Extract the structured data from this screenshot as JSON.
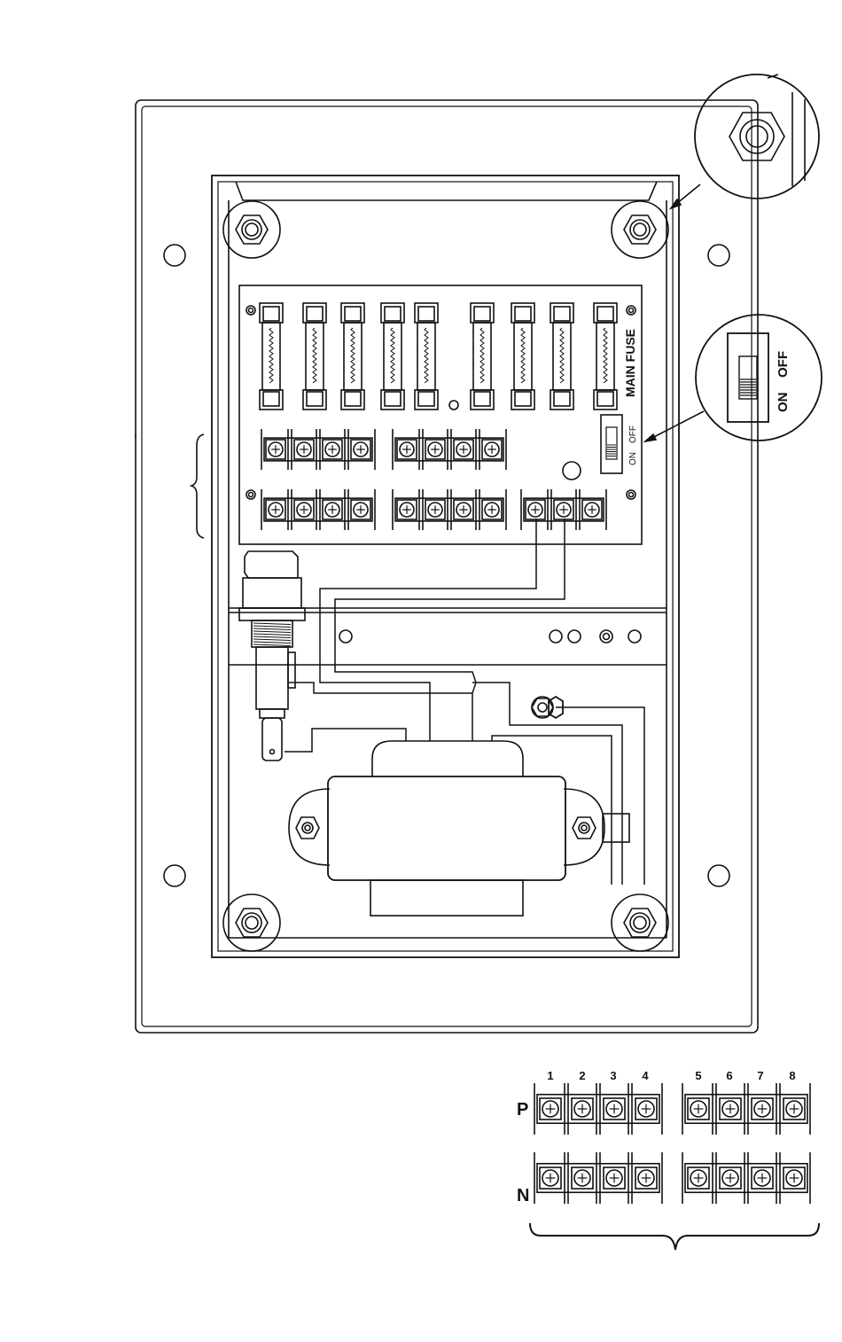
{
  "labels": {
    "main_fuse": "MAIN FUSE",
    "switch_on": "ON",
    "switch_off": "OFF",
    "zoom_on": "ON",
    "zoom_off": "OFF",
    "row_p": "P",
    "row_n": "N"
  },
  "terminal_numbers": [
    "1",
    "2",
    "3",
    "4",
    "5",
    "6",
    "7",
    "8"
  ],
  "colors": {
    "line": "#111111",
    "background": "#ffffff"
  }
}
